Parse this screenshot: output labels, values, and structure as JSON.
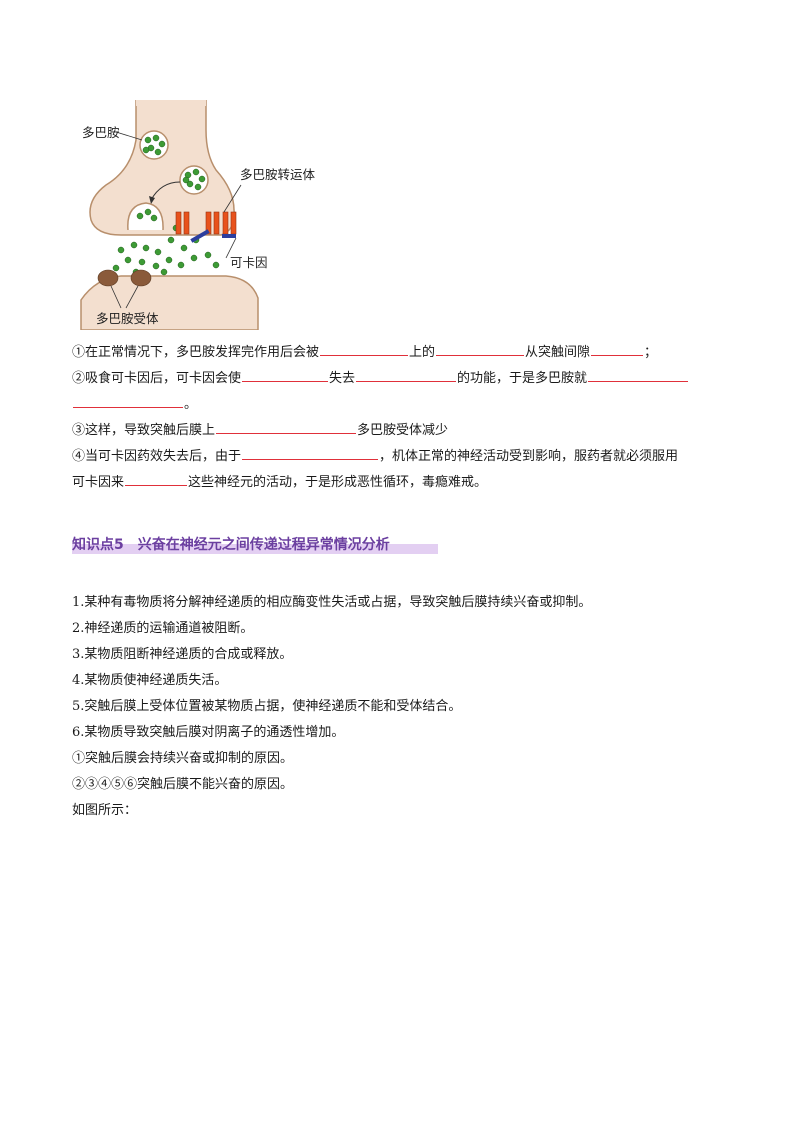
{
  "figure": {
    "labels": {
      "dopamine": "多巴胺",
      "transporter": "多巴胺转运体",
      "cocaine": "可卡因",
      "receptor": "多巴胺受体"
    },
    "colors": {
      "neuron": "#f3dfcf",
      "neuron_edge": "#b88f6c",
      "dopamine": "#3d9b35",
      "transporter": "#e8521c",
      "cocaine": "#2c3e9e",
      "receptor": "#8a5a3a"
    }
  },
  "questions": [
    {
      "parts": [
        "①在正常情况下，多巴胺发挥完作用后会被",
        "上的",
        "从突触间隙",
        "；"
      ]
    },
    {
      "parts": [
        "②吸食可卡因后，可卡因会使",
        "失去",
        "的功能，于是多巴胺就",
        ""
      ],
      "cont": "。"
    },
    {
      "parts": [
        "③这样，导致突触后膜上",
        "多巴胺受体减少"
      ]
    },
    {
      "parts": [
        "④当可卡因药效失去后，由于",
        "，机体正常的神经活动受到影响，服药者就必须服用"
      ],
      "cont_parts": [
        "可卡因来",
        "这些神经元的活动，于是形成恶性循环，毒瘾难戒。"
      ]
    }
  ],
  "section": {
    "title": "知识点5　兴奋在神经元之间传递过程异常情况分析"
  },
  "items": [
    "1.某种有毒物质将分解神经递质的相应酶变性失活或占据，导致突触后膜持续兴奋或抑制。",
    "2.神经递质的运输通道被阻断。",
    "3.某物质阻断神经递质的合成或释放。",
    "4.某物质使神经递质失活。",
    "5.突触后膜上受体位置被某物质占据，使神经递质不能和受体结合。",
    "6.某物质导致突触后膜对阴离子的通透性增加。",
    "①突触后膜会持续兴奋或抑制的原因。",
    "②③④⑤⑥突触后膜不能兴奋的原因。",
    "如图所示："
  ]
}
